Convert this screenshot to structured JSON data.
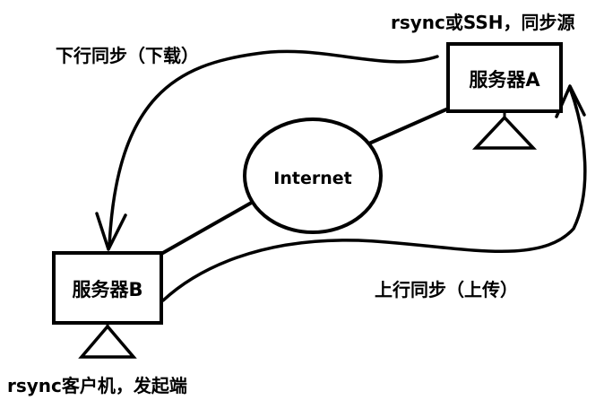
{
  "labels": {
    "source_caption": "rsync或SSH，同步源",
    "download_caption": "下行同步（下载）",
    "upload_caption": "上行同步（上传）",
    "client_caption": "rsync客户机，发起端",
    "server_a": "服务器A",
    "server_b": "服务器B",
    "internet": "Internet"
  },
  "colors": {
    "ink": "#000000",
    "background": "#ffffff"
  }
}
